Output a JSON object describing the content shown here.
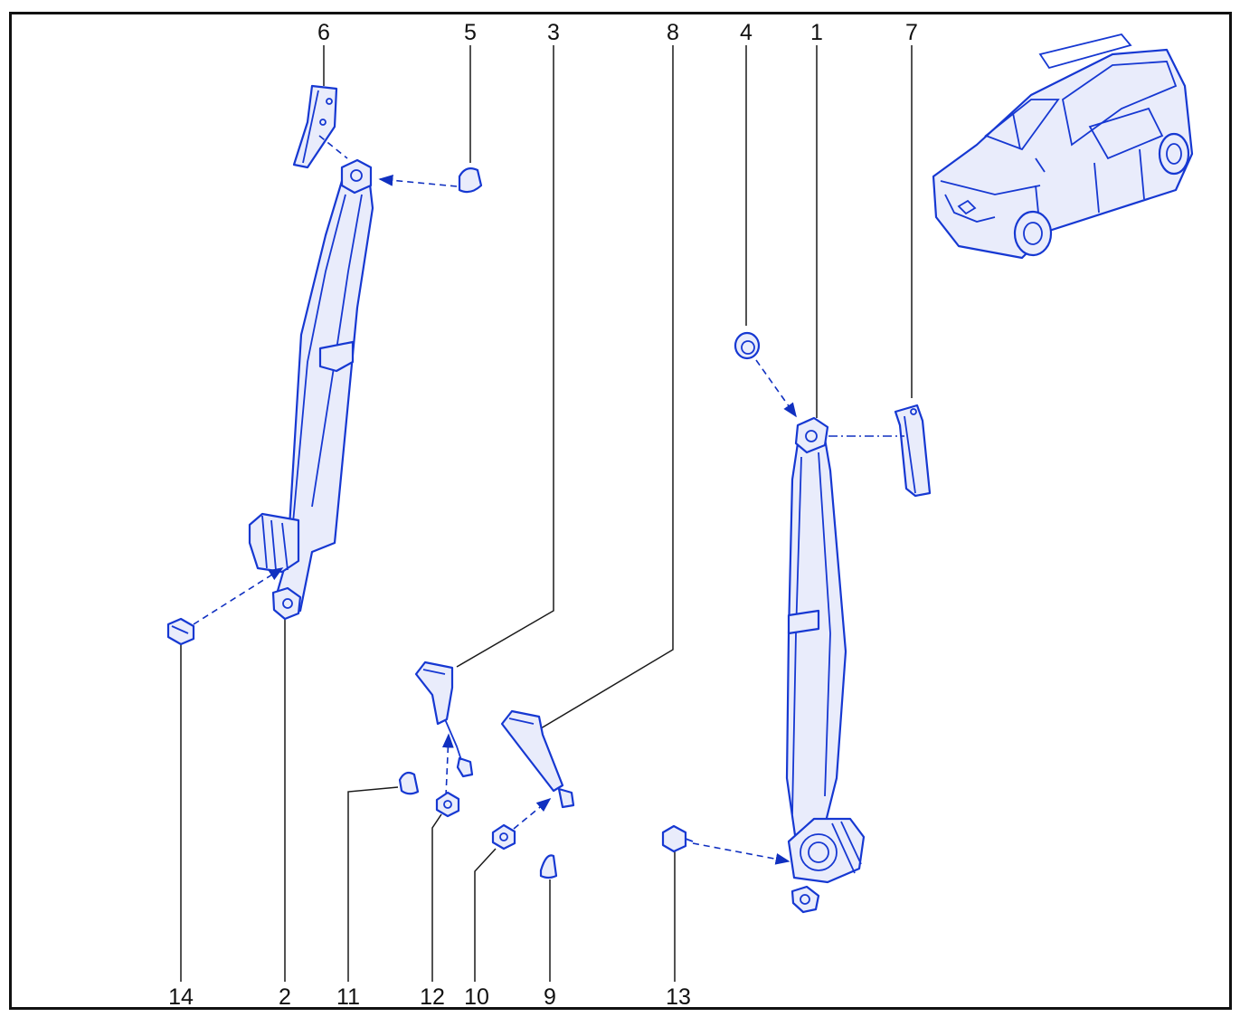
{
  "diagram": {
    "callouts": {
      "n1": "1",
      "n2": "2",
      "n3": "3",
      "n4": "4",
      "n5": "5",
      "n6": "6",
      "n7": "7",
      "n8": "8",
      "n9": "9",
      "n10": "10",
      "n11": "11",
      "n12": "12",
      "n13": "13",
      "n14": "14"
    }
  },
  "colors": {
    "line_art": "#1638d2",
    "part_fill": "#e9ecfb",
    "leader_lines": "#1a1a1a",
    "frame": "#111111"
  }
}
